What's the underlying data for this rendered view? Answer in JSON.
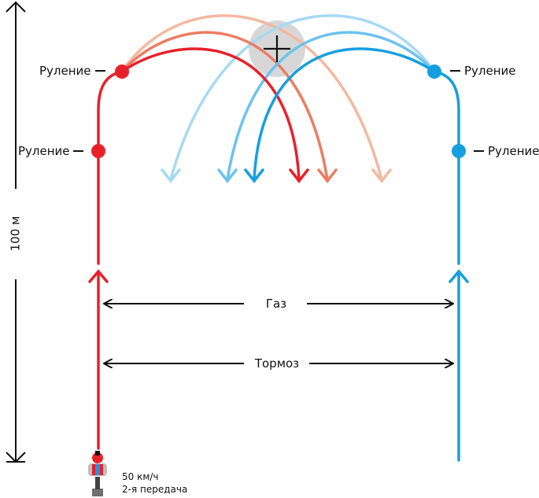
{
  "labels": {
    "steer_left_top": "Руление",
    "steer_left_mid": "Руление",
    "steer_right_top": "Руление",
    "steer_right_mid": "Руление",
    "throttle": "Газ",
    "brake": "Тормоз",
    "distance": "100 м",
    "speed": "50 км/ч",
    "gear": "2-я передача"
  },
  "colors": {
    "red": "#e8202a",
    "red_mid": "#ec7d62",
    "red_light": "#f4b8a1",
    "blue": "#159fdf",
    "blue_mid": "#6cc3ee",
    "blue_light": "#a6daf4",
    "ink": "#111111",
    "target_fill": "#d3d3d3"
  },
  "icons": {
    "target": "crosshair-icon",
    "rider": "motorcycle-rider-icon"
  }
}
